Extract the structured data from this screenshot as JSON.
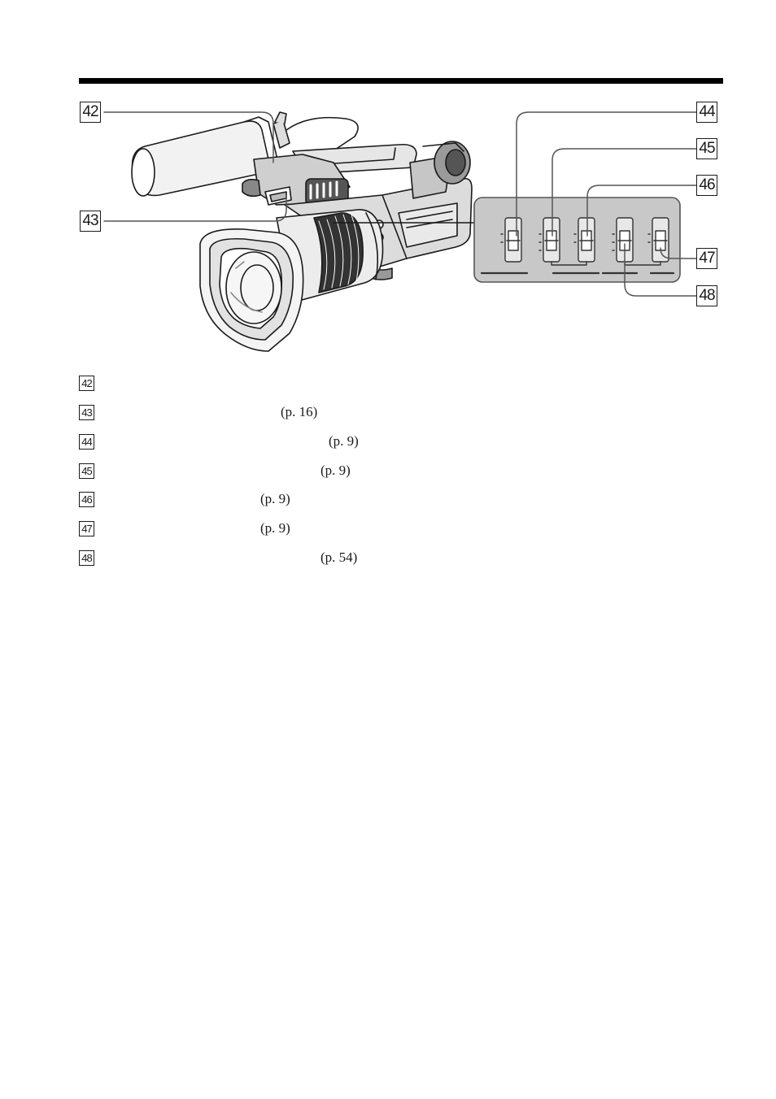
{
  "figure": {
    "callouts": {
      "c42": "42",
      "c43": "43",
      "c44": "44",
      "c45": "45",
      "c46": "46",
      "c47": "47",
      "c48": "48"
    }
  },
  "legend": {
    "items": [
      {
        "num": "42",
        "ref": ""
      },
      {
        "num": "43",
        "ref": "(p. 16)"
      },
      {
        "num": "44",
        "ref": "(p. 9)"
      },
      {
        "num": "45",
        "ref": "(p. 9)"
      },
      {
        "num": "46",
        "ref": "(p. 9)"
      },
      {
        "num": "47",
        "ref": "(p. 9)"
      },
      {
        "num": "48",
        "ref": "(p. 54)"
      }
    ]
  }
}
